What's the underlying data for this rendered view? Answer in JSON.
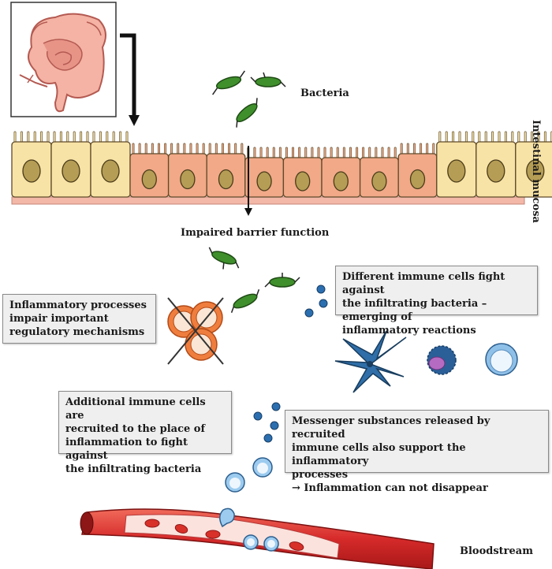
{
  "labels": {
    "bacteria": "Bacteria",
    "intestinal_mucosa": "Intestinal mucosa",
    "impaired_barrier": "Impaired barrier function",
    "bloodstream": "Bloodstream"
  },
  "boxes": {
    "immune_fight": "Different immune cells fight against\nthe infiltrating bacteria – emerging of\ninflammatory reactions",
    "inflammatory_processes": "Inflammatory processes\nimpair important\nregulatory mechanisms",
    "additional_cells": "Additional immune cells are\nrecruited to the place of\ninflammation to fight against\nthe infiltrating bacteria",
    "messenger": "Messenger substances released by recruited\nimmune cells also support the inflammatory\nprocesses\n→ Inflammation can not disappear"
  },
  "colors": {
    "healthy_cell": "#f8e3a6",
    "inflamed_cell": "#f1a988",
    "nucleus": "#b59d55",
    "bacteria": "#3f8f2c",
    "messenger": "#2c6fb0",
    "vessel": "#d62a2a",
    "regulatory_cell": "#ef7e3e",
    "dendritic_cell": "#2f6ea8"
  }
}
